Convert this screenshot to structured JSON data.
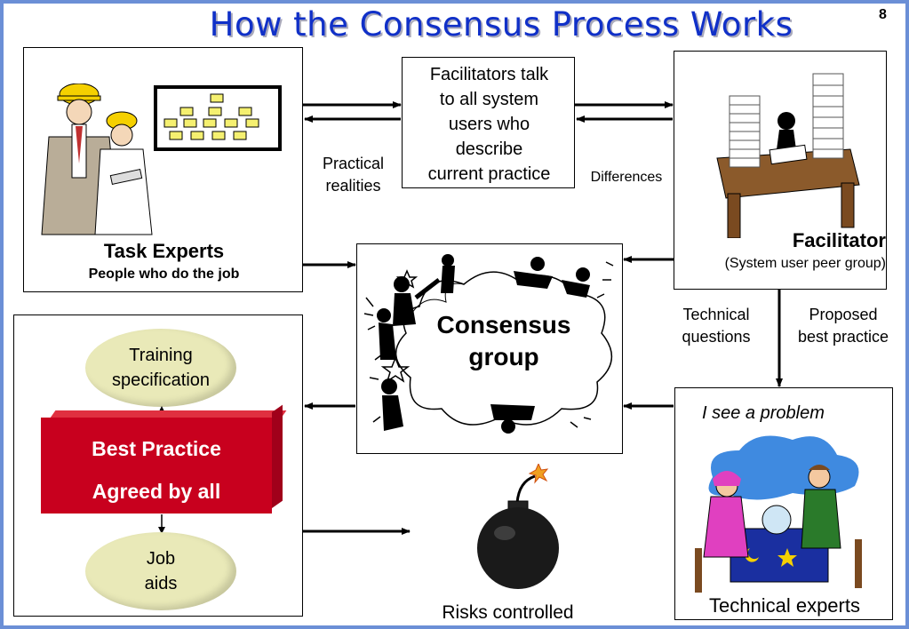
{
  "title": "How the Consensus Process Works",
  "page_number": "8",
  "colors": {
    "title": "#1030c8",
    "frame_border": "#6b8fd6",
    "best_practice_red": "#c8001e",
    "oval_fill": "#e9e9b8",
    "cloud_blue": "#3f8ae0"
  },
  "nodes": {
    "task_experts": {
      "title": "Task Experts",
      "subtitle": "People who do the job"
    },
    "facilitators_talk": {
      "lines": [
        "Facilitators talk",
        "to all system",
        "users who",
        "describe",
        "current practice"
      ]
    },
    "facilitator": {
      "title": "Facilitator",
      "subtitle": "(System user peer group)"
    },
    "consensus_group": {
      "lines": [
        "Consensus",
        "group"
      ]
    },
    "technical_experts": {
      "caption": "Technical experts",
      "thought": "I see a problem"
    },
    "training_spec": {
      "lines": [
        "Training",
        "specification"
      ]
    },
    "best_practice": {
      "line1": "Best Practice",
      "line2": "Agreed by all"
    },
    "job_aids": {
      "lines": [
        "Job",
        "aids"
      ]
    },
    "risks": {
      "caption": "Risks controlled"
    }
  },
  "edge_labels": {
    "practical_realities": [
      "Practical",
      "realities"
    ],
    "differences": "Differences",
    "technical_questions": [
      "Technical",
      "questions"
    ],
    "proposed_best_practice": [
      "Proposed",
      "best practice"
    ]
  },
  "icons": [
    "construction-workers-icon",
    "org-chart-icon",
    "desk-with-papers-icon",
    "cartoon-figures-icon",
    "thought-cloud-icon",
    "fortune-teller-icon",
    "bomb-icon"
  ]
}
